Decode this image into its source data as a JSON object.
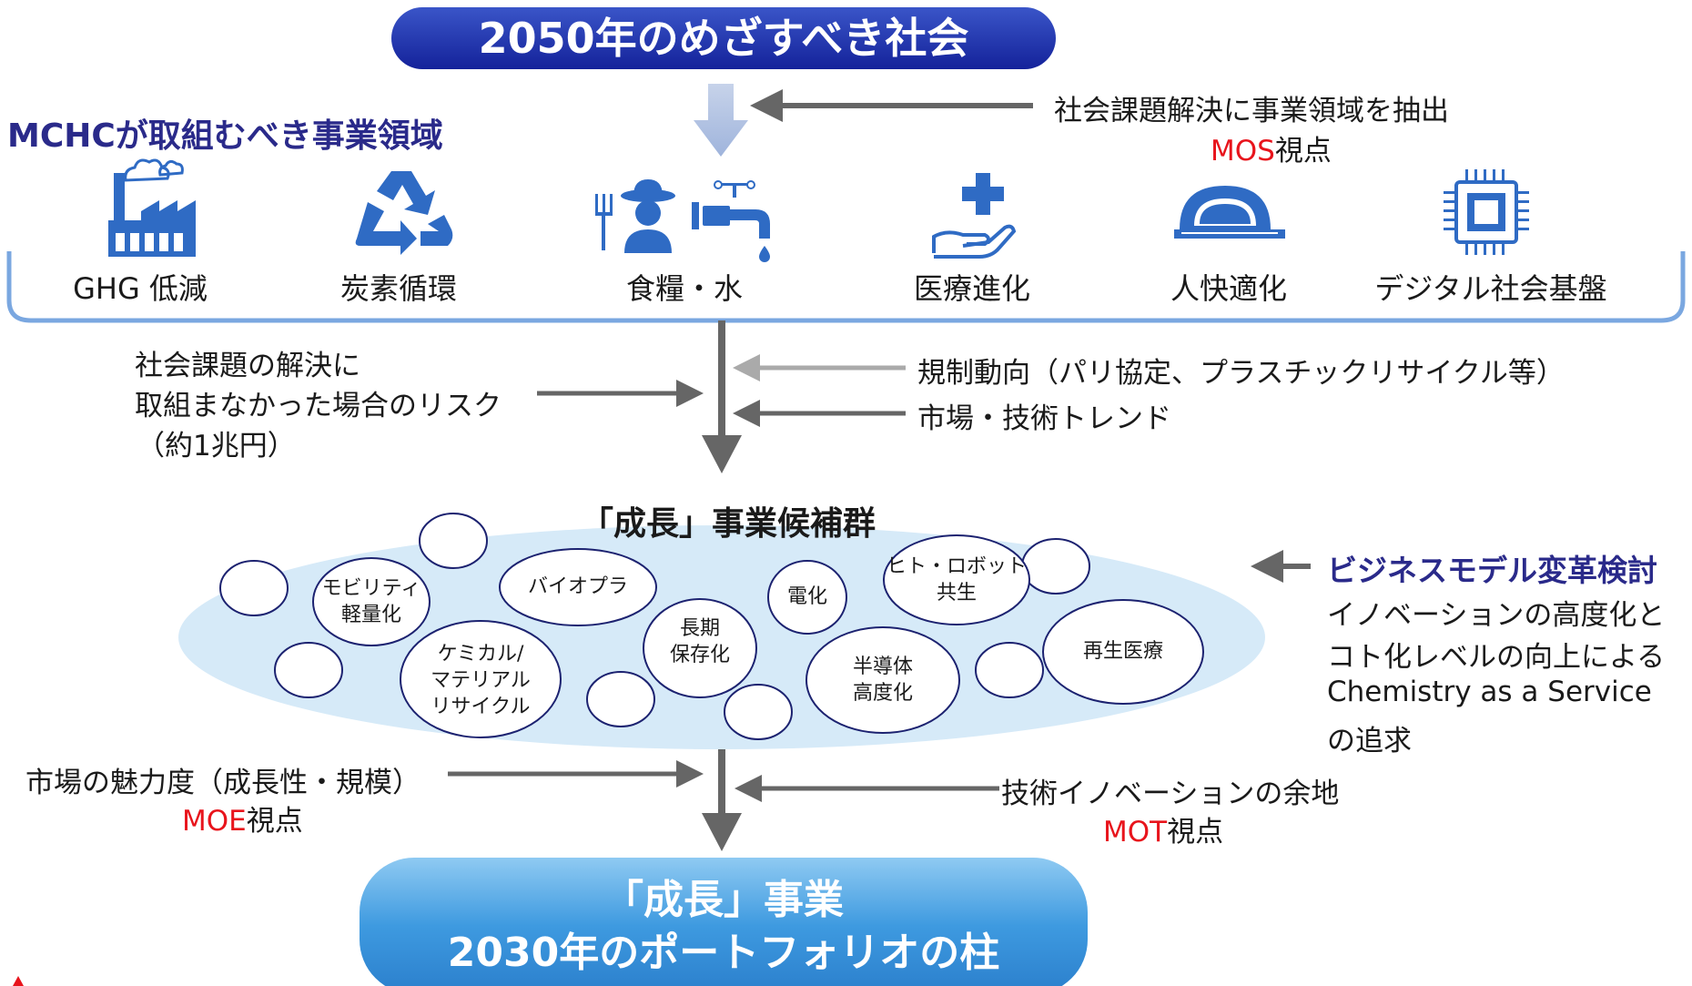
{
  "top_title": "2050年のめざすべき社会",
  "areas_heading": "MCHCが取組むべき事業領域",
  "mos_note": {
    "line1": "社会課題解決に事業領域を抽出",
    "label": "MOS",
    "suffix": "視点"
  },
  "areas": [
    {
      "label": "GHG 低減",
      "icon": "factory-icon"
    },
    {
      "label": "炭素循環",
      "icon": "recycle-icon"
    },
    {
      "label": "食糧・水",
      "icon": "farmer-water-icon"
    },
    {
      "label": "医療進化",
      "icon": "medical-hand-icon"
    },
    {
      "label": "人快適化",
      "icon": "helmet-icon"
    },
    {
      "label": "デジタル社会基盤",
      "icon": "chip-icon"
    }
  ],
  "risk_note": {
    "line1": "社会課題の解決に",
    "line2": "取組まなかった場合のリスク",
    "line3": "（約1兆円）"
  },
  "regulation_note": "規制動向（パリ協定、プラスチックリサイクル等）",
  "trend_note": "市場・技術トレンド",
  "candidates_title": "「成長」事業候補群",
  "candidates": [
    {
      "line1": "モビリティ",
      "line2": "軽量化"
    },
    {
      "line1": "バイオプラ",
      "line2": ""
    },
    {
      "line1": "長期",
      "line2": "保存化"
    },
    {
      "line1": "電化",
      "line2": ""
    },
    {
      "line1": "ヒト・ロボット",
      "line2": "共生"
    },
    {
      "line1": "ケミカル/",
      "line2": "マテリアル",
      "line3": "リサイクル"
    },
    {
      "line1": "半導体",
      "line2": "高度化"
    },
    {
      "line1": "再生医療",
      "line2": ""
    }
  ],
  "bm_note": {
    "title": "ビジネスモデル変革検討",
    "line1": "イノベーションの高度化と",
    "line2": "コト化レベルの向上による",
    "line3": "Chemistry as a Service",
    "line4": "の追求"
  },
  "moe_note": {
    "line1": "市場の魅力度（成長性・規模）",
    "label": "MOE",
    "suffix": "視点"
  },
  "mot_note": {
    "line1": "技術イノベーションの余地",
    "label": "MOT",
    "suffix": "視点"
  },
  "bottom_title": {
    "line1": "「成長」事業",
    "line2": "2030年のポートフォリオの柱"
  },
  "colors": {
    "navy": "#1c2d9a",
    "accent_red": "#e8141c",
    "icon_blue": "#2f6bc4",
    "ellipse_fill": "#d9ecfa",
    "arrow_gray": "#666666"
  }
}
